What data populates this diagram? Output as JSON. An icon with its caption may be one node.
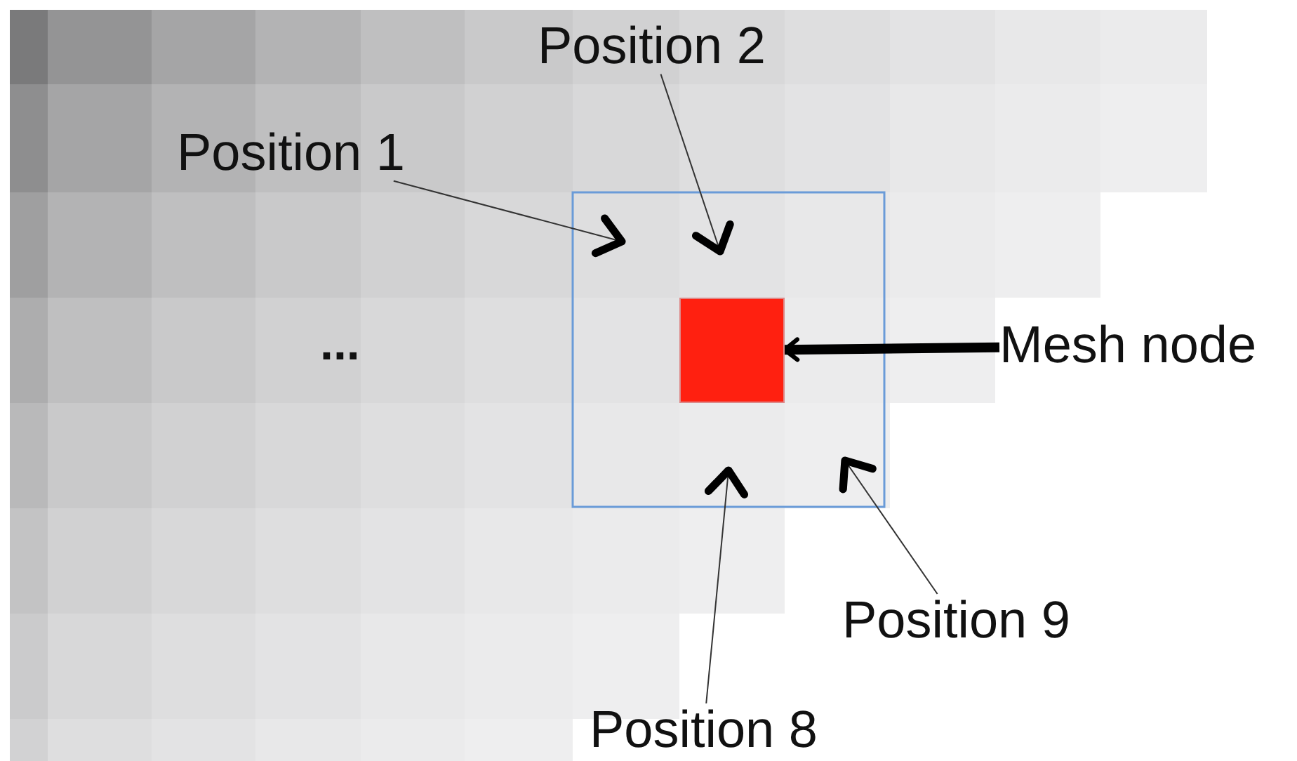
{
  "diagram": {
    "nodes": [
      {
        "text": [
          "Position 1"
        ]
      },
      {
        "text": [
          "Position 2"
        ]
      },
      {
        "text": [
          "Mesh node"
        ]
      },
      {
        "text": [],
        "shape": "box"
      },
      {
        "text": [
          "Position 9"
        ]
      },
      {
        "text": [
          "Position 8"
        ]
      }
    ],
    "edges": [
      {
        "from": 0,
        "to": null,
        "arrow": "to"
      },
      {
        "from": 1,
        "to": null,
        "arrow": "to"
      },
      {
        "from": 2,
        "to": 3,
        "arrow": "to",
        "style": "thick"
      },
      {
        "from": 4,
        "to": null,
        "arrow": "to"
      },
      {
        "from": 5,
        "to": null,
        "arrow": "to"
      }
    ],
    "labels": [
      "..."
    ]
  }
}
